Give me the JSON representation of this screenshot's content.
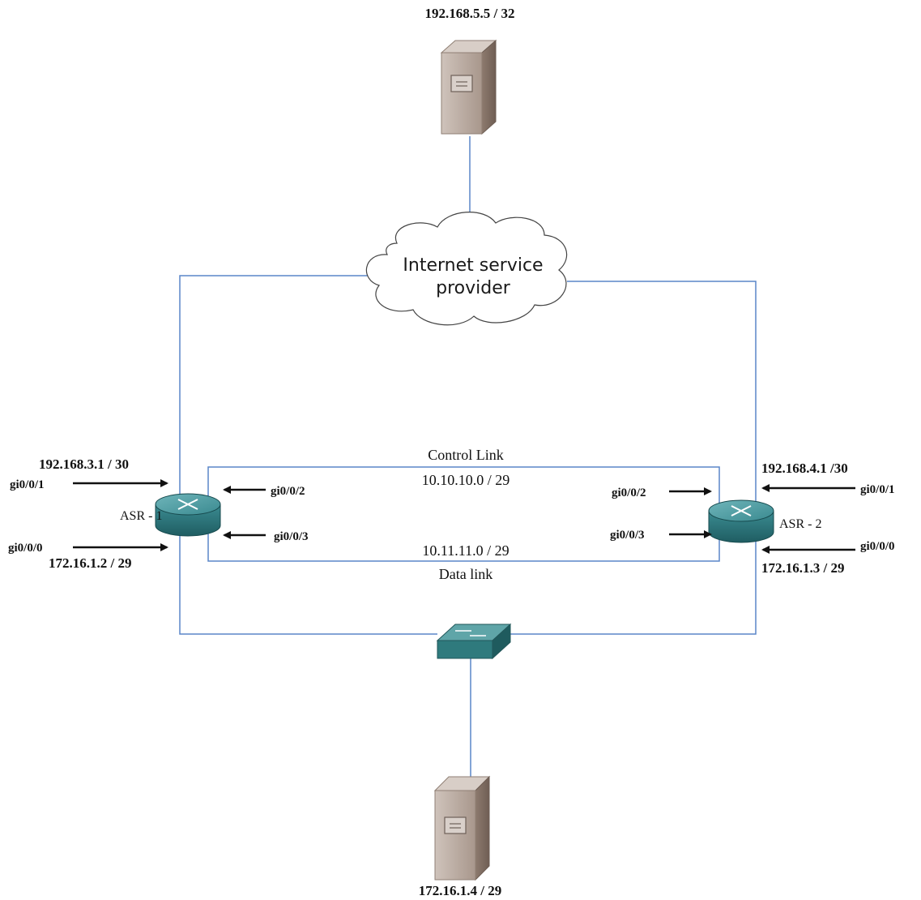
{
  "colors": {
    "link": "#5a86c8",
    "router": "#2f7a80",
    "switch": "#3e8a8c",
    "server": "#b7a79d"
  },
  "top_server": {
    "ip": "192.168.5.5 / 32",
    "icon": "server-tower-icon"
  },
  "cloud": {
    "line1": "Internet service",
    "line2": "provider",
    "icon": "cloud-icon"
  },
  "bottom_server": {
    "ip": "172.16.1.4 / 29",
    "icon": "server-tower-icon"
  },
  "switch": {
    "icon": "switch-icon"
  },
  "asr1": {
    "name": "ASR - 1",
    "icon": "router-icon",
    "ip_top": "192.168.3.1 / 30",
    "port_top": "gi0/0/1",
    "port_bottom": "gi0/0/0",
    "ip_bottom": "172.16.1.2 / 29",
    "port_ctrl": "gi0/0/2",
    "port_data": "gi0/0/3"
  },
  "asr2": {
    "name": "ASR - 2",
    "icon": "router-icon",
    "ip_top": "192.168.4.1 /30",
    "port_top": "gi0/0/1",
    "port_bottom": "gi0/0/0",
    "ip_bottom": "172.16.1.3 / 29",
    "port_ctrl": "gi0/0/2",
    "port_data": "gi0/0/3"
  },
  "control_link": {
    "label": "Control Link",
    "subnet": "10.10.10.0 / 29"
  },
  "data_link": {
    "label": "Data link",
    "subnet": "10.11.11.0 / 29"
  }
}
